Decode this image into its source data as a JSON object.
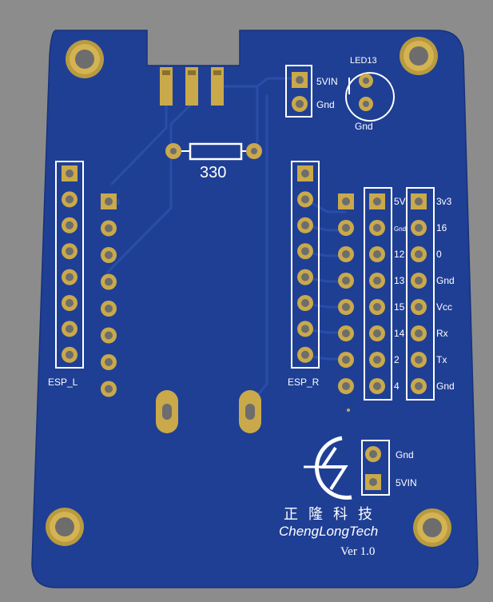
{
  "board": {
    "colors": {
      "background": "#8c8c8c",
      "mask": "#1f3f95",
      "trace": "#2a4ea8",
      "copper": "#c9a94a",
      "silk": "#ffffff"
    }
  },
  "labels": {
    "resistor": "330",
    "esp_left": "ESP_L",
    "esp_right": "ESP_R",
    "led": "LED13",
    "led_gnd": "Gnd",
    "power_top_5vin": "5VIN",
    "power_top_gnd": "Gnd",
    "power_bottom_gnd": "Gnd",
    "power_bottom_5vin": "5VIN",
    "logo_chinese": "正 隆 科 技",
    "logo_english": "ChengLongTech",
    "version": "Ver 1.0"
  },
  "header_a_labels": [
    "5V",
    "Gnd",
    "12",
    "13",
    "15",
    "14",
    "2",
    "4"
  ],
  "header_b_labels": [
    "3v3",
    "16",
    "0",
    "Gnd",
    "Vcc",
    "Rx",
    "Tx",
    "Gnd"
  ],
  "icons": {
    "logo": "chenglong-lightning-logo-icon"
  }
}
